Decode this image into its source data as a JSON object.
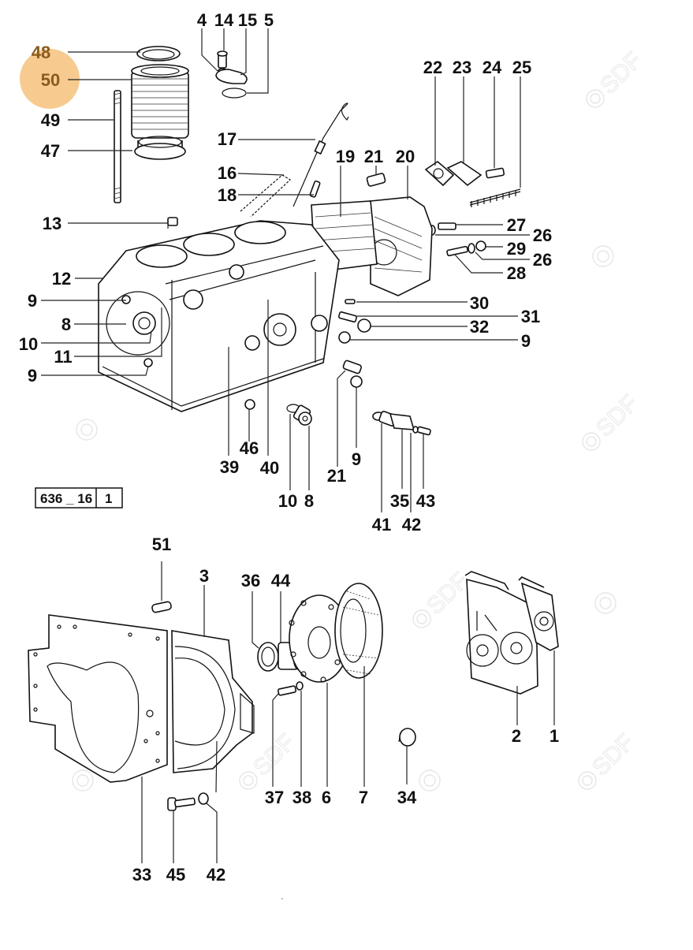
{
  "diagram": {
    "title": "Engine crankcase exploded parts view",
    "reference": {
      "code": "636 _ 16",
      "sheet": "1"
    },
    "watermark": "SDF",
    "highlight": {
      "color": "#f7c88a",
      "items": [
        "48",
        "50"
      ]
    },
    "callouts": {
      "c48": "48",
      "c50": "50",
      "c49": "49",
      "c47": "47",
      "c13": "13",
      "c4": "4",
      "c14": "14",
      "c15": "15",
      "c5": "5",
      "c17": "17",
      "c16": "16",
      "c18": "18",
      "c19": "19",
      "c21a": "21",
      "c20": "20",
      "c22": "22",
      "c23": "23",
      "c24": "24",
      "c25": "25",
      "c27": "27",
      "c26a": "26",
      "c29": "29",
      "c26b": "26",
      "c28": "28",
      "c30": "30",
      "c31": "31",
      "c32": "32",
      "c9c": "9",
      "c12": "12",
      "c9a": "9",
      "c8a": "8",
      "c10a": "10",
      "c11": "11",
      "c9b": "9",
      "c46": "46",
      "c39": "39",
      "c40": "40",
      "c10b": "10",
      "c8b": "8",
      "c21b": "21",
      "c9d": "9",
      "c41": "41",
      "c35": "35",
      "c42a": "42",
      "c43": "43",
      "c51": "51",
      "c3": "3",
      "c36": "36",
      "c44": "44",
      "c37": "37",
      "c38": "38",
      "c6": "6",
      "c7": "7",
      "c33": "33",
      "c45": "45",
      "c42b": "42",
      "c34": "34",
      "c2": "2",
      "c1": "1"
    }
  }
}
